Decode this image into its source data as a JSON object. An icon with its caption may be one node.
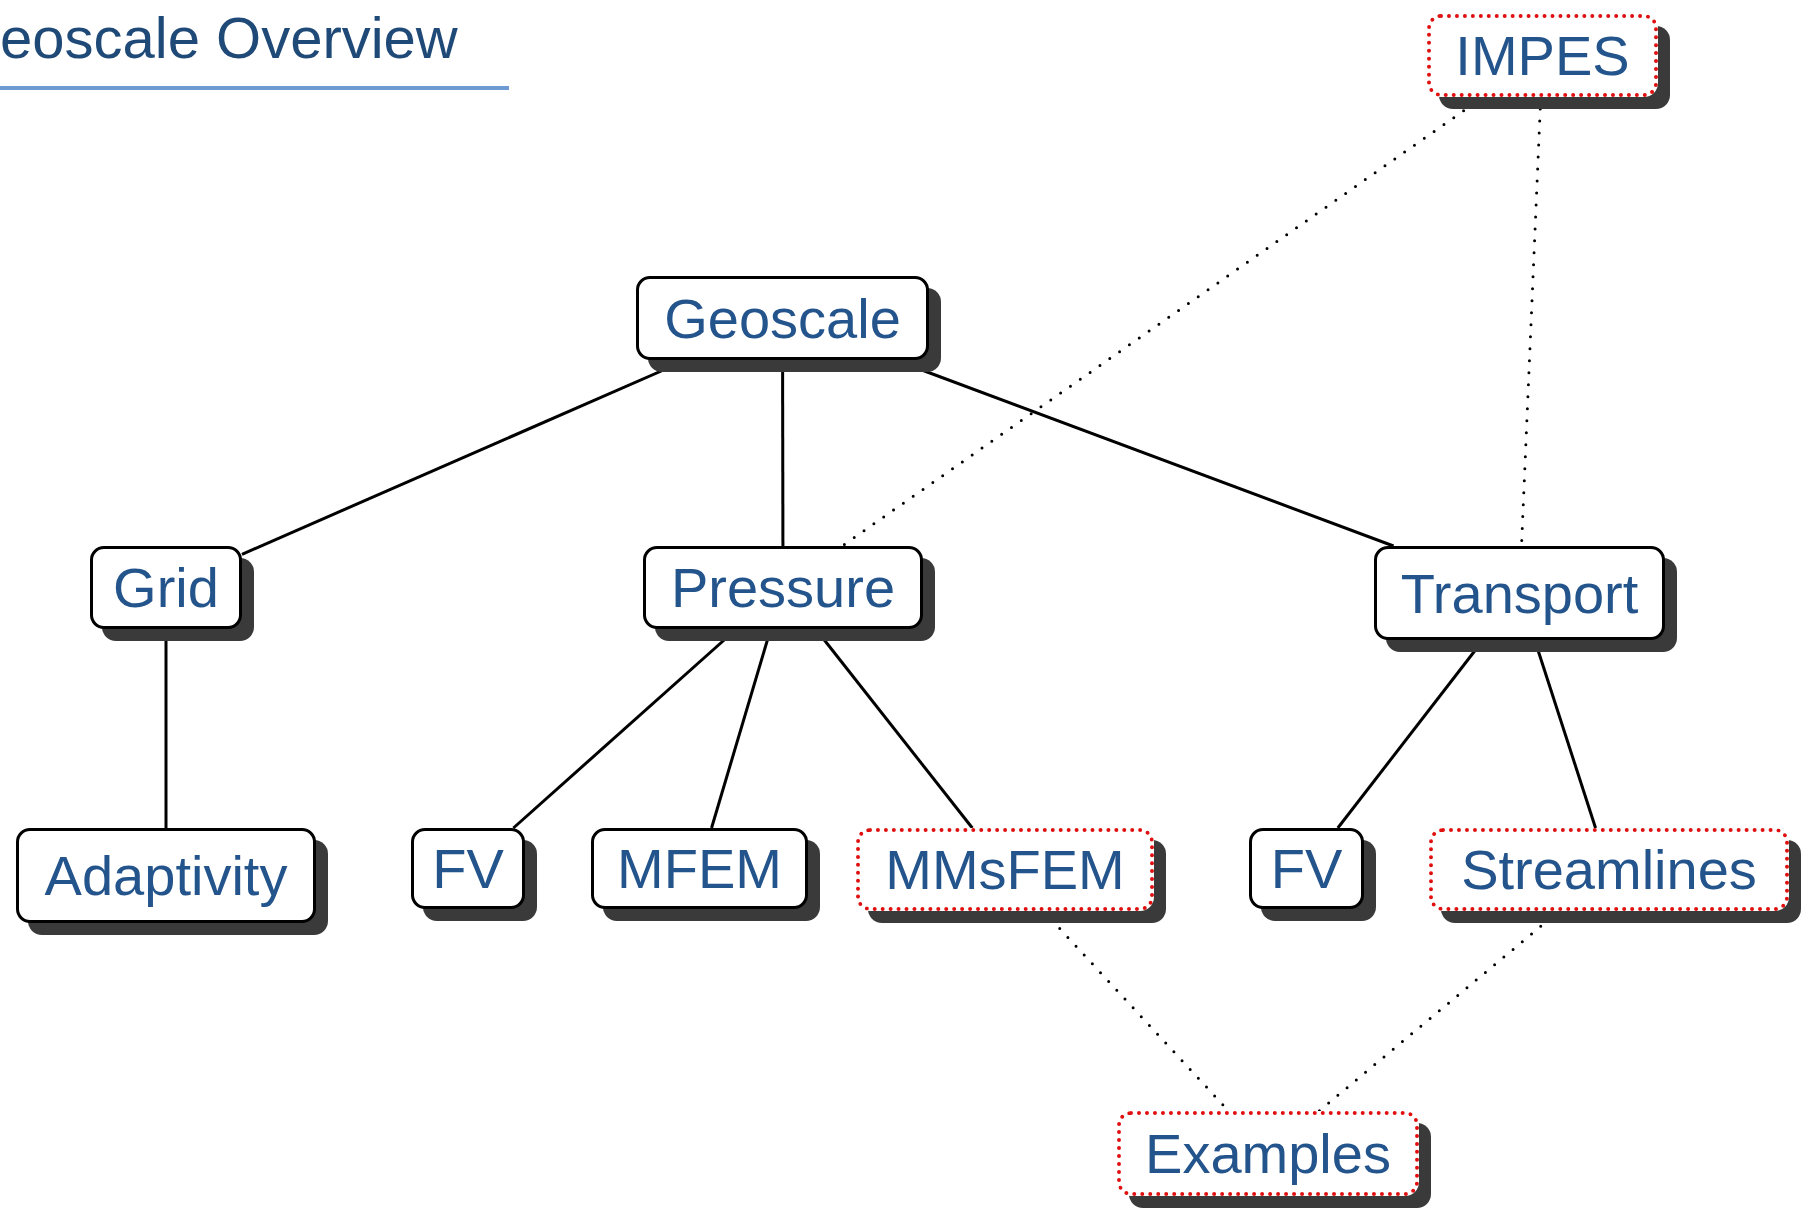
{
  "diagram": {
    "title": "eoscale Overview",
    "nodes": [
      {
        "text": [
          "Geoscale"
        ]
      },
      {
        "text": [
          "Grid"
        ]
      },
      {
        "text": [
          "Pressure"
        ]
      },
      {
        "text": [
          "Transport"
        ]
      },
      {
        "text": [
          "Adaptivity"
        ]
      },
      {
        "text": [
          "FV"
        ]
      },
      {
        "text": [
          "MFEM"
        ]
      },
      {
        "text": [
          "MMsFEM"
        ]
      },
      {
        "text": [
          "FV"
        ]
      },
      {
        "text": [
          "Streamlines"
        ]
      },
      {
        "text": [
          "Examples"
        ]
      },
      {
        "text": [
          "IMPES"
        ]
      }
    ],
    "edges": [
      {
        "from": 0,
        "to": 1,
        "arrow": "none"
      },
      {
        "from": 0,
        "to": 2,
        "arrow": "none"
      },
      {
        "from": 0,
        "to": 3,
        "arrow": "none"
      },
      {
        "from": 1,
        "to": 4,
        "arrow": "none"
      },
      {
        "from": 2,
        "to": 5,
        "arrow": "none"
      },
      {
        "from": 2,
        "to": 6,
        "arrow": "none"
      },
      {
        "from": 2,
        "to": 7,
        "arrow": "none"
      },
      {
        "from": 3,
        "to": 8,
        "arrow": "none"
      },
      {
        "from": 3,
        "to": 9,
        "arrow": "none"
      },
      {
        "from": 11,
        "to": 2,
        "arrow": "none",
        "style": "dashed"
      },
      {
        "from": 11,
        "to": 3,
        "arrow": "none",
        "style": "dashed"
      },
      {
        "from": 7,
        "to": 10,
        "arrow": "none",
        "style": "dashed"
      },
      {
        "from": 9,
        "to": 10,
        "arrow": "none",
        "style": "dashed"
      }
    ]
  }
}
